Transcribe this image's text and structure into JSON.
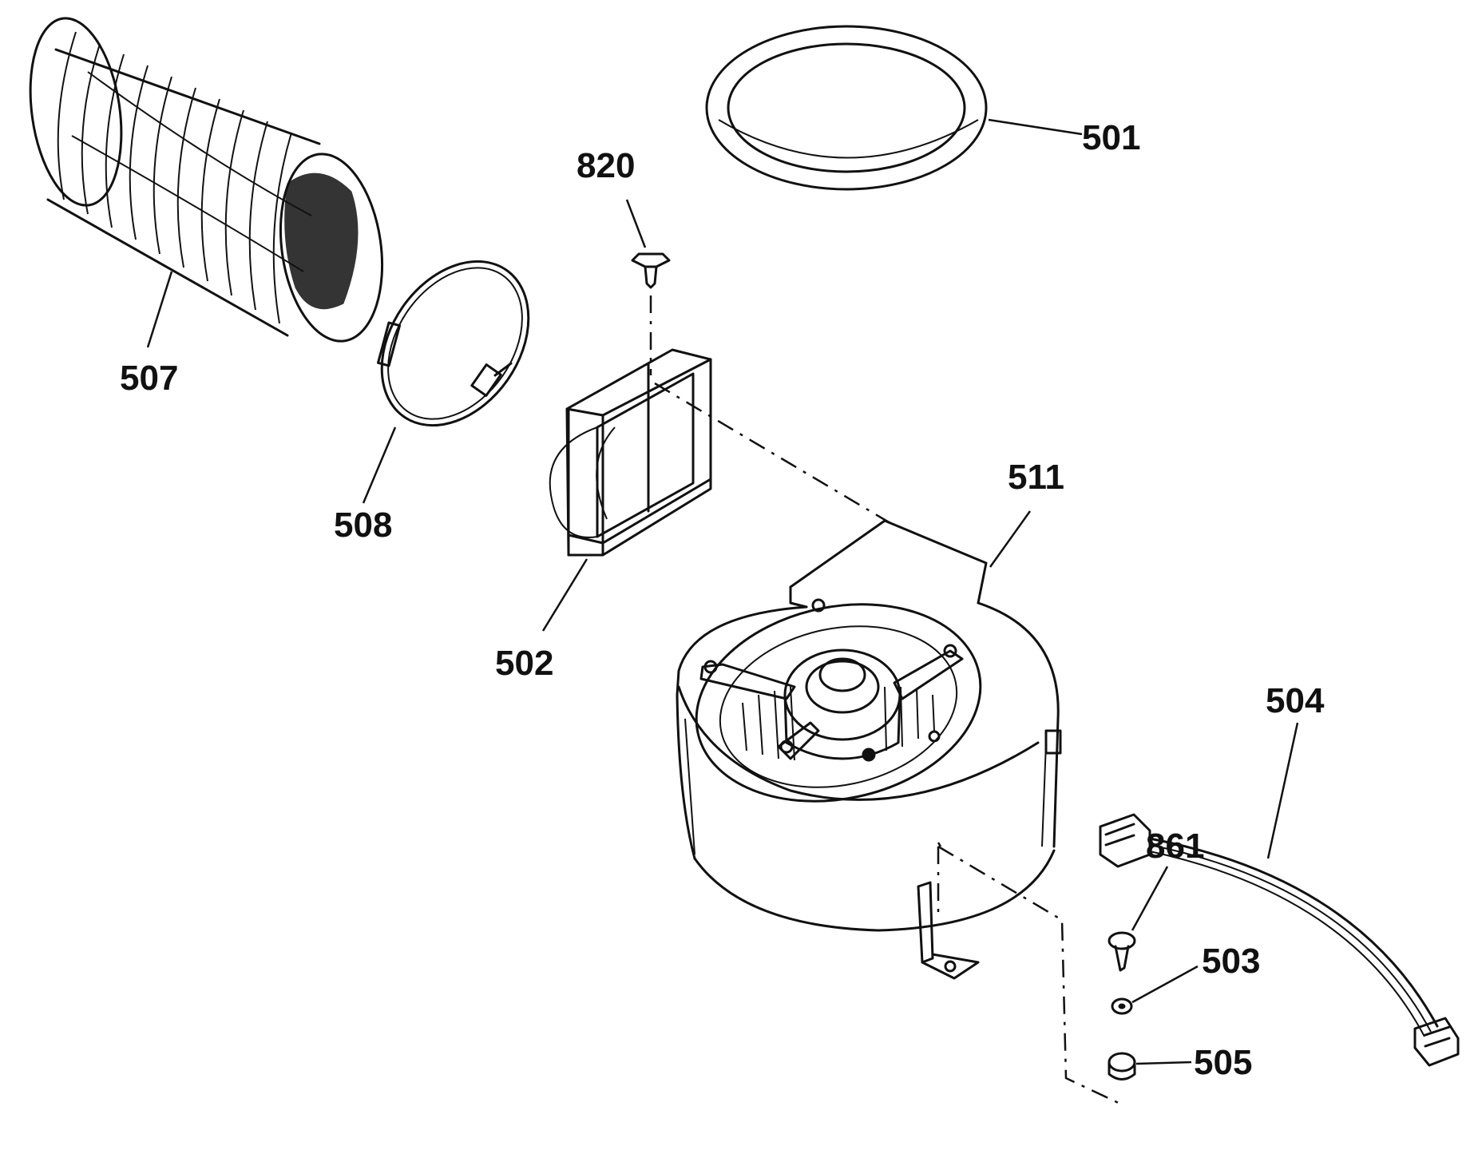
{
  "callouts": {
    "p501": "501",
    "p502": "502",
    "p503": "503",
    "p504": "504",
    "p505": "505",
    "p507": "507",
    "p508": "508",
    "p511": "511",
    "p820": "820",
    "p861": "861"
  },
  "colors": {
    "ink": "#111111",
    "background": "#ffffff"
  }
}
